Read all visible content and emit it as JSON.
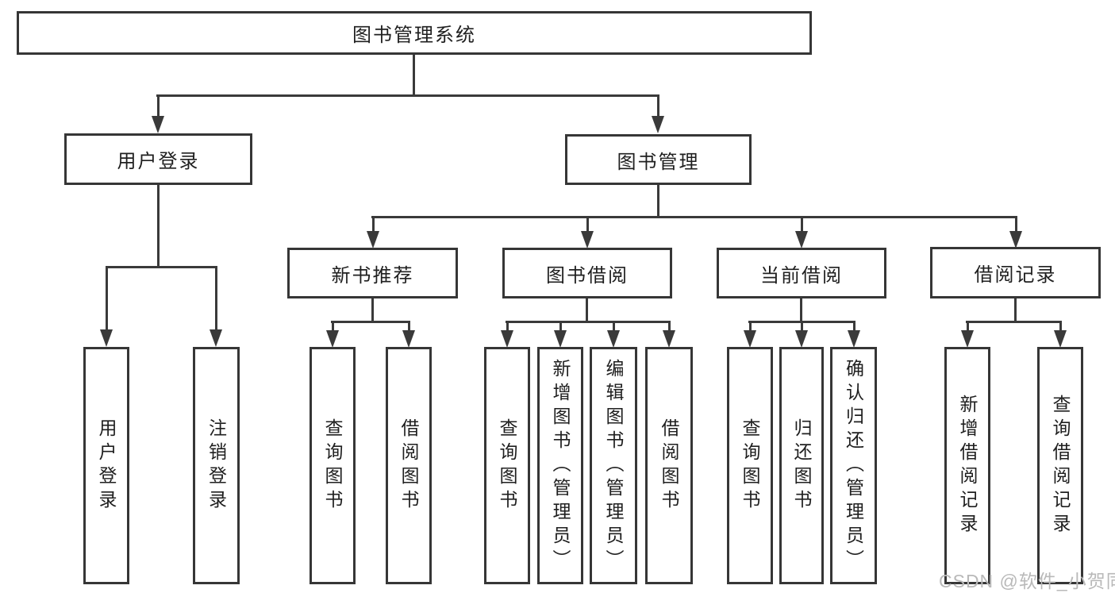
{
  "nodes": {
    "root": "图书管理系统",
    "user_login": "用户登录",
    "book_management": "图书管理",
    "new_book_recommend": "新书推荐",
    "book_borrowing": "图书借阅",
    "current_borrowing": "当前借阅",
    "borrowing_records": "借阅记录"
  },
  "leaves": [
    "用户登录",
    "注销登录",
    "查询图书",
    "借阅图书",
    "查询图书",
    "新增图书（管理员）",
    "编辑图书（管理员）",
    "借阅图书",
    "查询图书",
    "归还图书",
    "确认归还（管理员）",
    "新增借阅记录",
    "查询借阅记录"
  ],
  "watermark": "CSDN @软件_小贺同学",
  "colors": {
    "box_border": "#363636",
    "connector": "#3a3a3a",
    "text": "#1f1f1f",
    "watermark": "#b9b9b9",
    "background": "#ffffff"
  }
}
